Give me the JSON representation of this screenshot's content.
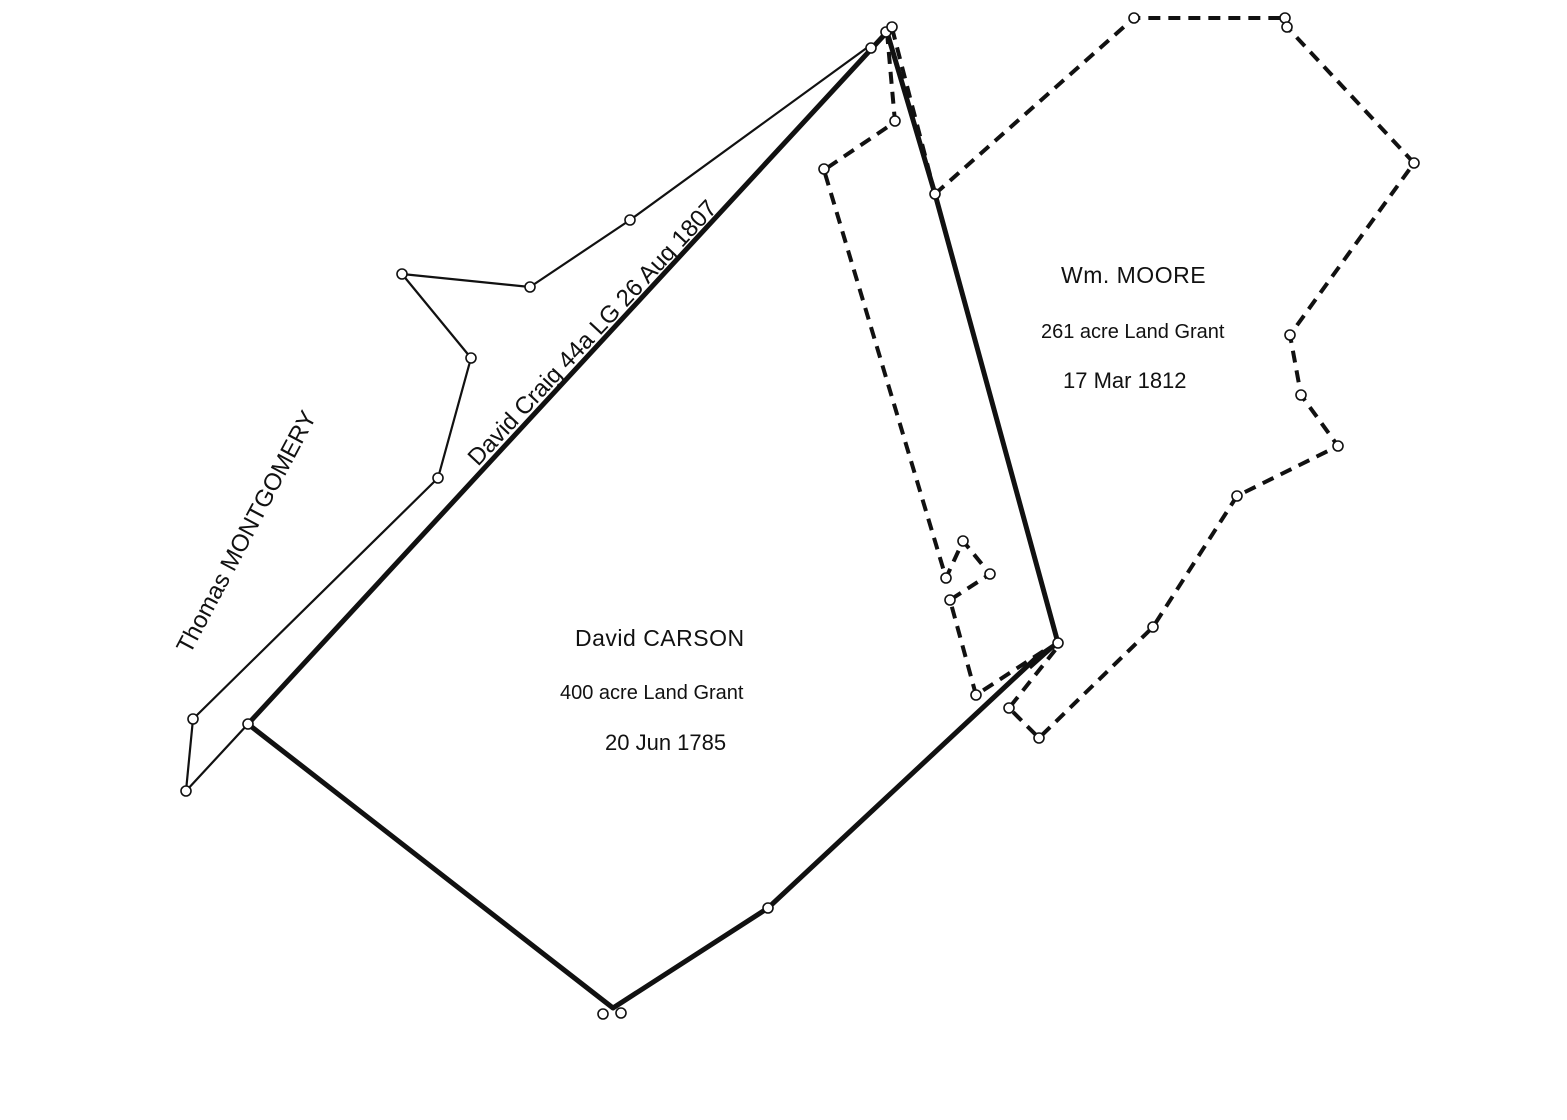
{
  "colors": {
    "line": "#111111",
    "background": "#ffffff"
  },
  "labels": {
    "montgomery": "Thomas MONTGOMERY",
    "craig": "David Craig 44a LG 26 Aug 1807",
    "carson": {
      "owner": "David  CARSON",
      "grant": "400 acre Land Grant",
      "date": "20 Jun 1785"
    },
    "moore": {
      "owner": "Wm.  MOORE",
      "grant": "261 acre Land Grant",
      "date": "17 Mar 1812"
    }
  }
}
